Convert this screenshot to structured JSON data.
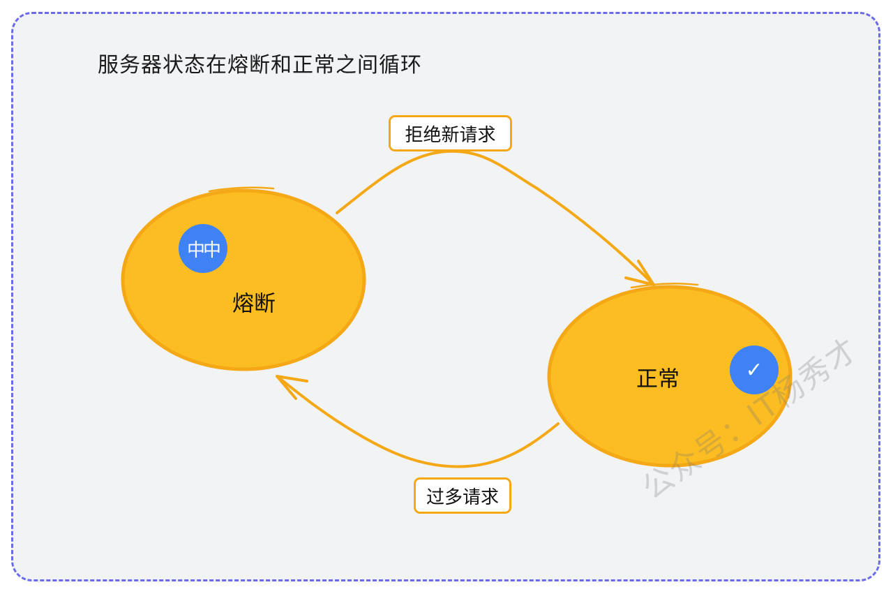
{
  "title": "服务器状态在熔断和正常之间循环",
  "nodes": {
    "open": {
      "label": "熔断",
      "badge_text": "中中",
      "badge_icon": "broken-circuit-icon"
    },
    "closed": {
      "label": "正常",
      "badge_text": "✓",
      "badge_icon": "checkmark-icon"
    }
  },
  "edges": {
    "open_to_closed": {
      "label": "拒绝新请求"
    },
    "closed_to_open": {
      "label": "过多请求"
    }
  },
  "watermark": "公众号：IT杨秀才",
  "colors": {
    "frame_border": "#6b6bea",
    "frame_fill": "#f2f3f5",
    "node_fill": "#fbbd22",
    "node_stroke": "#f5a816",
    "arrow": "#f5a816",
    "badge": "#3e82f5"
  }
}
